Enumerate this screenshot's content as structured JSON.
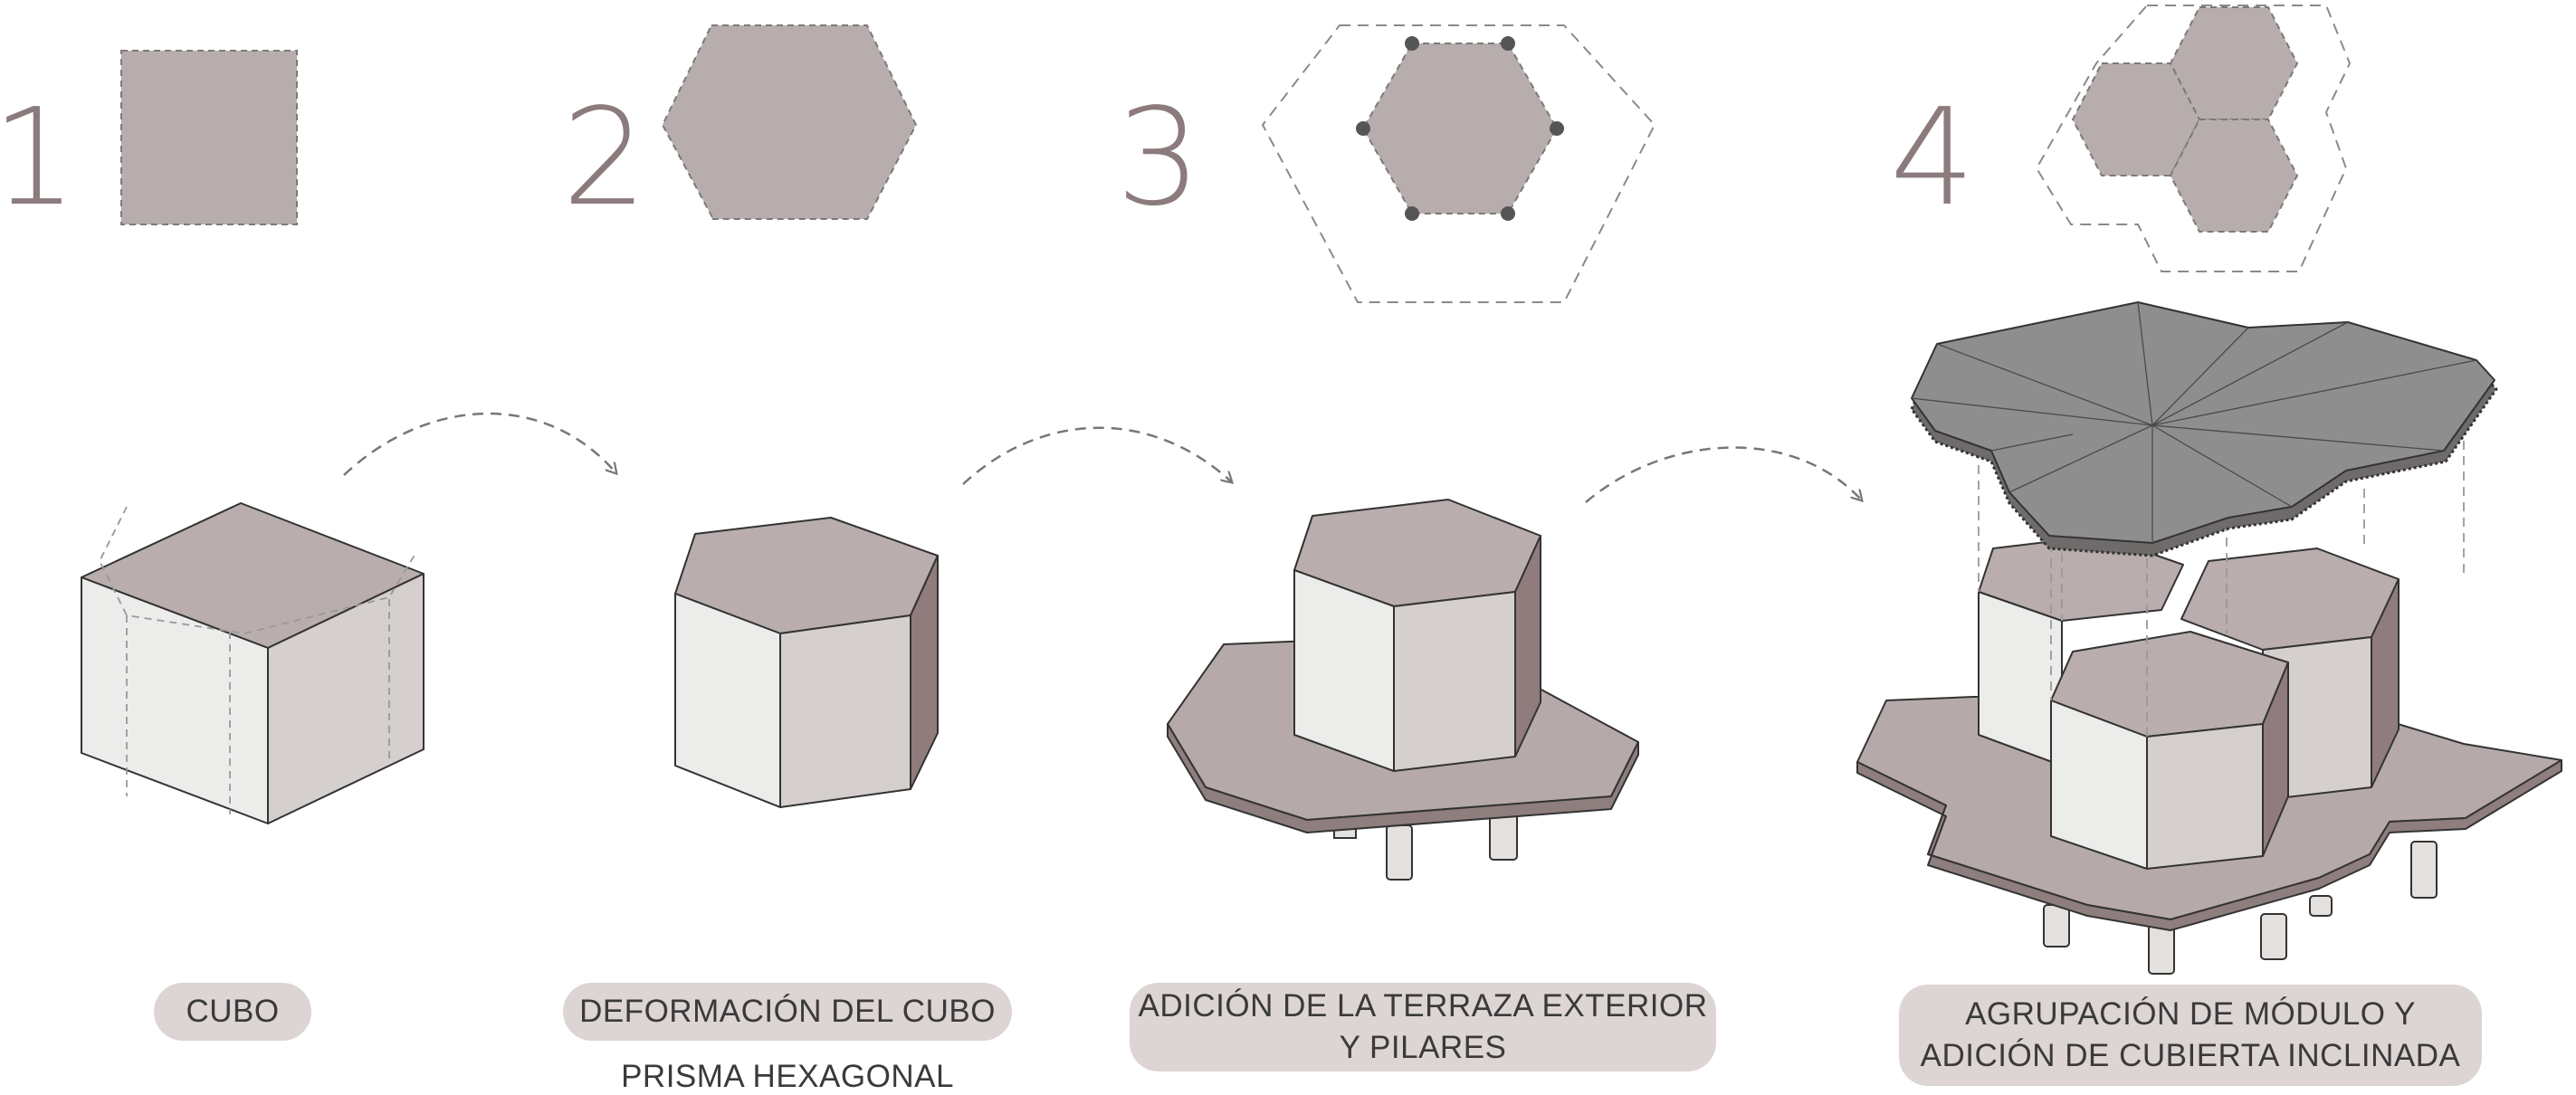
{
  "steps": [
    {
      "number": "1",
      "label": "CUBO",
      "sublabel": ""
    },
    {
      "number": "2",
      "label": "DEFORMACIÓN DEL CUBO",
      "sublabel": "PRISMA HEXAGONAL"
    },
    {
      "number": "3",
      "label": "ADICIÓN DE LA TERRAZA EXTERIOR",
      "label_line2": "Y PILARES",
      "sublabel": ""
    },
    {
      "number": "4",
      "label": "AGRUPACIÓN DE MÓDULO Y",
      "label_line2": "ADICIÓN DE CUBIERTA INCLINADA",
      "sublabel": ""
    }
  ],
  "colors": {
    "number": "#8c7b7c",
    "plan_fill": "#b8adad",
    "top_face": "#b9adad",
    "left_face": "#ececea",
    "front_face": "#d5cfcd",
    "dark_side": "#907c7c",
    "terrace": "#b5aaa9",
    "terrace_edge": "#8f7e7e",
    "roof": "#8f8e8e",
    "pill_bg": "#ddd4d4",
    "text": "#3a3a3a"
  },
  "icons": [
    "dashed-arrow-icon",
    "pillar-dot-icon"
  ]
}
